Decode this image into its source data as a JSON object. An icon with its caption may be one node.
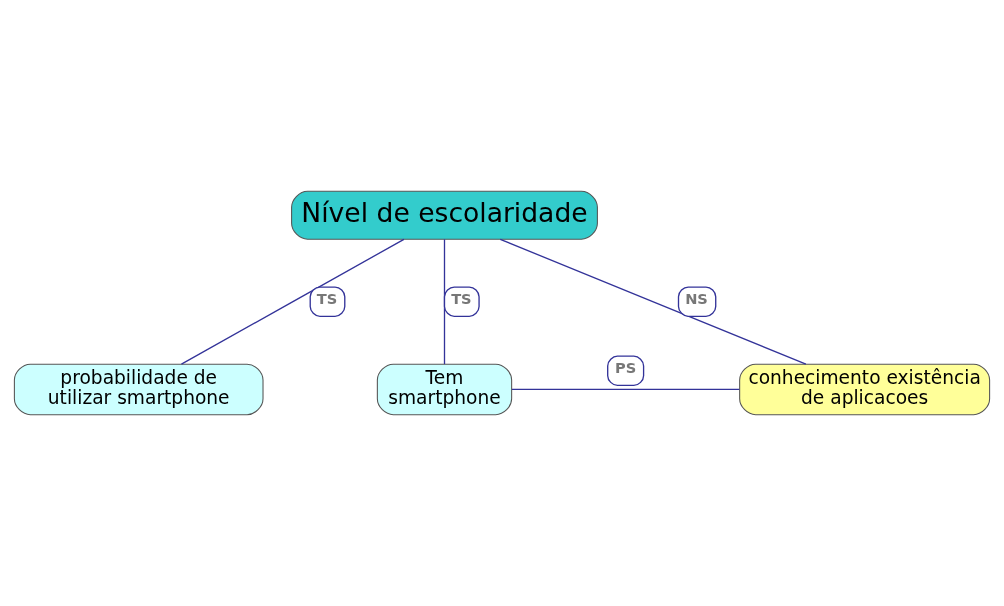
{
  "diagram": {
    "nodes": [
      {
        "text": [
          "Nível de escolaridade"
        ]
      },
      {
        "text": [
          "probabilidade de utilizar smartphone"
        ]
      },
      {
        "text": [
          "Tem smartphone"
        ]
      },
      {
        "text": [
          "conhecimento existência de aplicacoes"
        ]
      }
    ],
    "edges": [
      {
        "from": 0,
        "to": 2,
        "arrow": "none",
        "label": "TS"
      },
      {
        "from": 0,
        "to": 3,
        "arrow": "none",
        "label": "NS"
      },
      {
        "from": 0,
        "to": 1,
        "arrow": "none",
        "label": "TS"
      },
      {
        "from": 2,
        "to": 3,
        "arrow": "none",
        "label": "PS"
      }
    ]
  }
}
